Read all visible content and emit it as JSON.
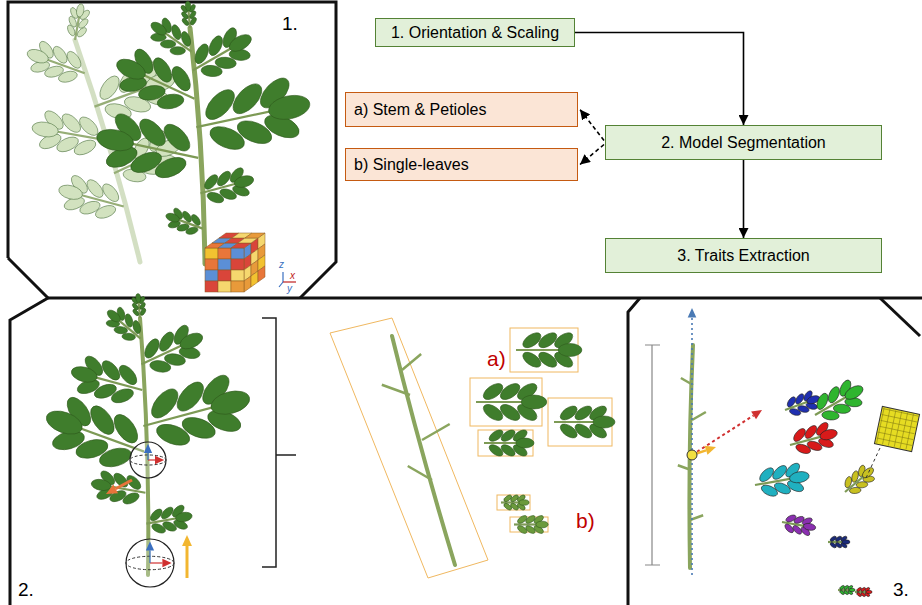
{
  "diagram": {
    "nodes": [
      {
        "text": [
          "1. Orientation & Scaling"
        ]
      },
      {
        "text": [
          "a) Stem & Petioles"
        ]
      },
      {
        "text": [
          "2. Model Segmentation"
        ]
      },
      {
        "text": [
          "b) Single-leaves"
        ]
      },
      {
        "text": [
          "3. Traits Extraction"
        ]
      }
    ],
    "edges": [
      {
        "from": 0,
        "to": 2,
        "arrow": "to"
      },
      {
        "from": 2,
        "to": 1,
        "arrow": "to"
      },
      {
        "from": 2,
        "to": 3,
        "arrow": "to"
      },
      {
        "from": 2,
        "to": 4,
        "arrow": "to"
      }
    ],
    "labels": [
      "1.",
      "2.",
      "3.",
      "a)",
      "b)",
      "z",
      "x",
      "y"
    ]
  }
}
